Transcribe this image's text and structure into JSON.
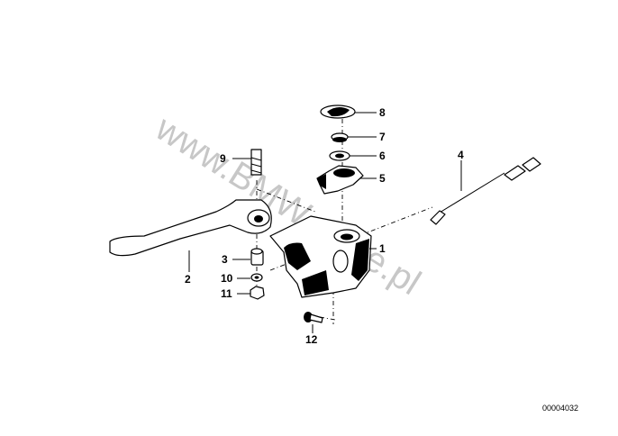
{
  "diagram": {
    "part_number": "00004032",
    "watermark": "www.BMW-store.pl",
    "callouts": [
      {
        "id": "c1",
        "label": "1"
      },
      {
        "id": "c2",
        "label": "2"
      },
      {
        "id": "c3",
        "label": "3"
      },
      {
        "id": "c4",
        "label": "4"
      },
      {
        "id": "c5",
        "label": "5"
      },
      {
        "id": "c6",
        "label": "6"
      },
      {
        "id": "c7",
        "label": "7"
      },
      {
        "id": "c8",
        "label": "8"
      },
      {
        "id": "c9",
        "label": "9"
      },
      {
        "id": "c10",
        "label": "10"
      },
      {
        "id": "c11",
        "label": "11"
      },
      {
        "id": "c12",
        "label": "12"
      }
    ]
  }
}
